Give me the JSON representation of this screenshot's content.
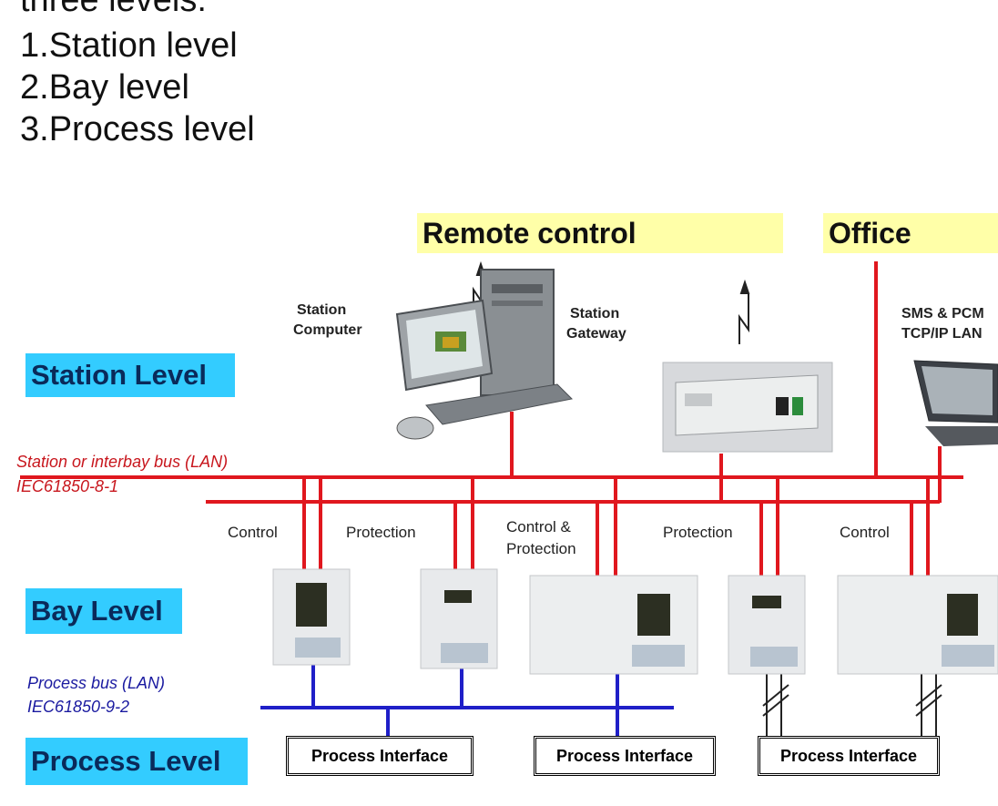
{
  "intro": {
    "partial_heading": "three levels:",
    "items": [
      "1.Station level",
      "2.Bay level",
      "3.Process level"
    ]
  },
  "destinations": {
    "remote_control": "Remote control",
    "office": "Office"
  },
  "levels": {
    "station": "Station Level",
    "bay": "Bay Level",
    "process": "Process Level"
  },
  "station_devices": {
    "station_computer": [
      "Station",
      "Computer"
    ],
    "station_gateway": [
      "Station",
      "Gateway"
    ],
    "sms_pcm": [
      "SMS & PCM",
      "TCP/IP LAN"
    ]
  },
  "station_bus": {
    "name": "Station or interbay bus (LAN)",
    "standard": "IEC61850-8-1"
  },
  "bay_functions": [
    "Control",
    "Protection",
    "Control &",
    "Protection",
    "Protection",
    "Control"
  ],
  "process_bus": {
    "name": "Process bus (LAN)",
    "standard": "IEC61850-9-2"
  },
  "process_interfaces": [
    "Process Interface",
    "Process Interface",
    "Process Interface"
  ],
  "colors": {
    "station_bus": "#e0171e",
    "process_bus": "#1f1fc8",
    "level_badge": "#33ccff",
    "destination_badge": "#ffffa8"
  }
}
